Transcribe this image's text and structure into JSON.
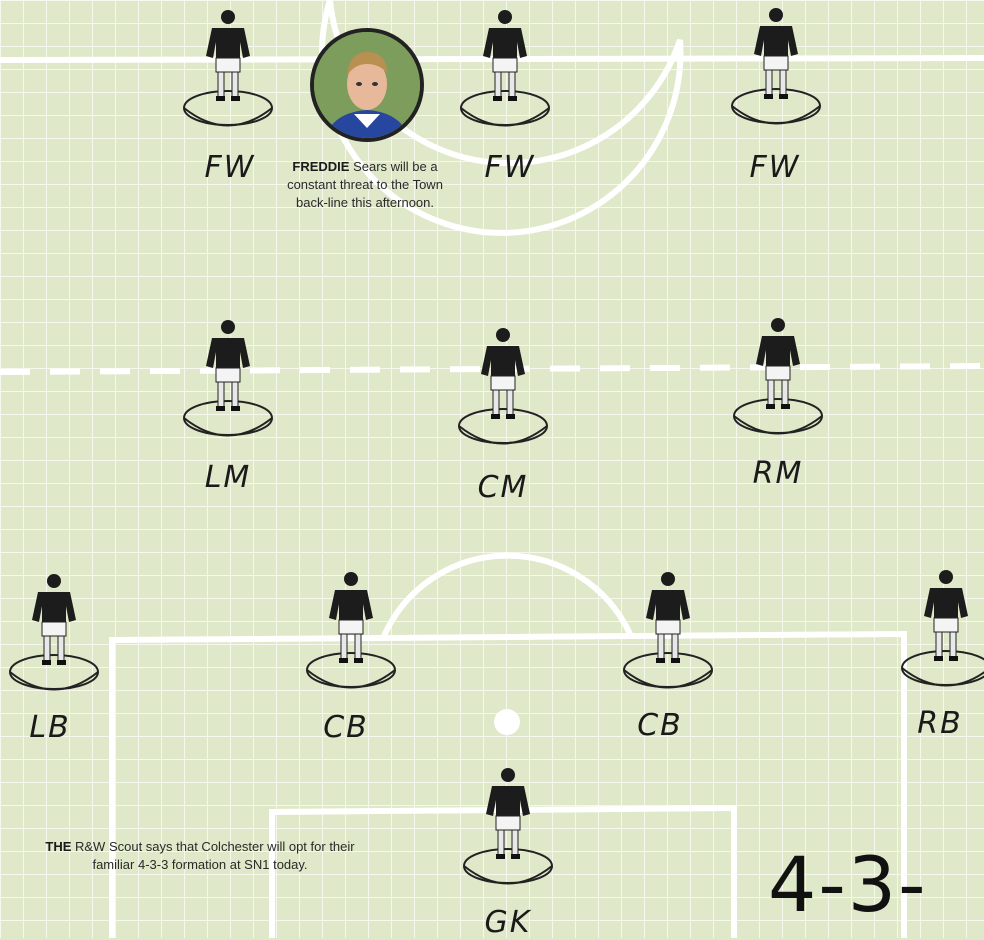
{
  "players": [
    {
      "label": "FW"
    },
    {
      "label": "FW"
    },
    {
      "label": "FW"
    },
    {
      "label": "LM"
    },
    {
      "label": "CM"
    },
    {
      "label": "RM"
    },
    {
      "label": "LB"
    },
    {
      "label": "CB"
    },
    {
      "label": "CB"
    },
    {
      "label": "RB"
    },
    {
      "label": "GK"
    }
  ],
  "captions": {
    "freddie": {
      "bold": "FREDDIE",
      "text": " Sears will be a constant threat to the Town back-line this afternoon."
    },
    "scout": {
      "bold": "THE",
      "text": " R&W Scout says that Colchester will opt for their familiar 4-3-3 formation at SN1 today."
    }
  },
  "formation_text": "4-3-",
  "icons": {
    "photo": "player-photo",
    "figure": "subbuteo-player-icon"
  },
  "colors": {
    "pitch": "#dfe8c8",
    "grid": "#ffffff",
    "kit": "#1c1c1c"
  }
}
